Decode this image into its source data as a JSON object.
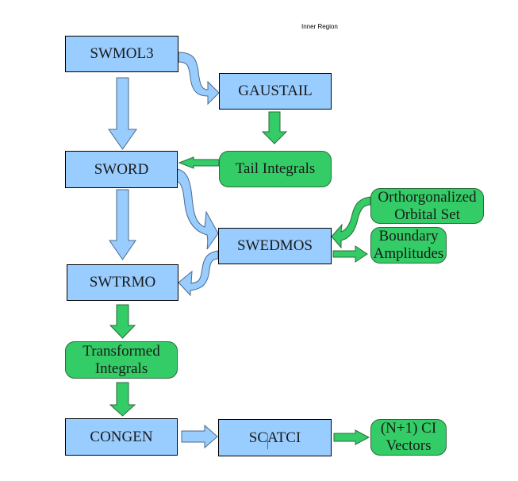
{
  "caption": "Inner Region",
  "colors": {
    "process_fill": "#99ccff",
    "data_fill": "#33cc66",
    "process_border": "#000000",
    "data_border": "#2d6a3e"
  },
  "nodes": {
    "swmol3": "SWMOL3",
    "gaustail": "GAUSTAIL",
    "tail_integrals": "Tail Integrals",
    "sword": "SWORD",
    "orthogonalized_line1": "Orthorgonalized",
    "orthogonalized_line2": "Orbital Set",
    "swedmos": "SWEDMOS",
    "boundary_line1": "Boundary",
    "boundary_line2": "Amplitudes",
    "swtrmo": "SWTRMO",
    "transformed_line1": "Transformed",
    "transformed_line2": "Integrals",
    "congen": "CONGEN",
    "scatci_part1": "SC",
    "scatci_part2": "ATCI",
    "ci_vectors_line1": "(N+1) CI",
    "ci_vectors_line2": "Vectors"
  },
  "edges": [
    {
      "from": "SWMOL3",
      "to": "GAUSTAIL",
      "kind": "process"
    },
    {
      "from": "SWMOL3",
      "to": "SWORD",
      "kind": "process"
    },
    {
      "from": "GAUSTAIL",
      "to": "Tail Integrals",
      "kind": "data"
    },
    {
      "from": "Tail Integrals",
      "to": "SWORD",
      "kind": "data"
    },
    {
      "from": "SWORD",
      "to": "SWEDMOS",
      "kind": "process"
    },
    {
      "from": "SWORD",
      "to": "SWTRMO",
      "kind": "process"
    },
    {
      "from": "Orthorgonalized Orbital Set",
      "to": "SWEDMOS",
      "kind": "data"
    },
    {
      "from": "SWEDMOS",
      "to": "Boundary Amplitudes",
      "kind": "data"
    },
    {
      "from": "SWEDMOS",
      "to": "SWTRMO",
      "kind": "process"
    },
    {
      "from": "SWTRMO",
      "to": "Transformed Integrals",
      "kind": "data"
    },
    {
      "from": "Transformed Integrals",
      "to": "CONGEN",
      "kind": "data"
    },
    {
      "from": "CONGEN",
      "to": "SCATCI",
      "kind": "process"
    },
    {
      "from": "SCATCI",
      "to": "(N+1) CI Vectors",
      "kind": "data"
    }
  ]
}
